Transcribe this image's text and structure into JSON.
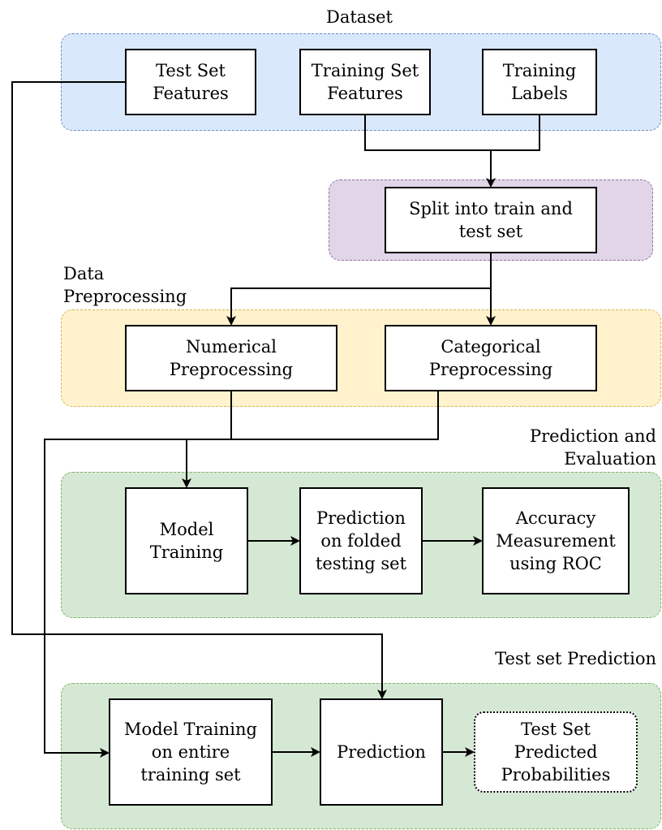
{
  "groups": {
    "dataset": "Dataset",
    "preprocessing": "Data\nPreprocessing",
    "evaluation": "Prediction and\nEvaluation",
    "test_prediction": "Test set Prediction"
  },
  "nodes": {
    "test_set_features": "Test Set\nFeatures",
    "training_set_features": "Training Set\nFeatures",
    "training_labels": "Training\nLabels",
    "split": "Split into train and\ntest set",
    "numerical": "Numerical\nPreprocessing",
    "categorical": "Categorical\nPreprocessing",
    "model_training": "Model\nTraining",
    "prediction_folded": "Prediction\non folded\ntesting set",
    "accuracy": "Accuracy\nMeasurement\nusing ROC",
    "model_training_full": "Model Training\non entire\ntraining set",
    "prediction": "Prediction",
    "predicted_probabilities": "Test Set\nPredicted\nProbabilities"
  },
  "colors": {
    "dataset_fill": "#dae8fc",
    "split_fill": "#e1d5e7",
    "preprocessing_fill": "#fff2cc",
    "evaluation_fill": "#d5e8d4"
  }
}
